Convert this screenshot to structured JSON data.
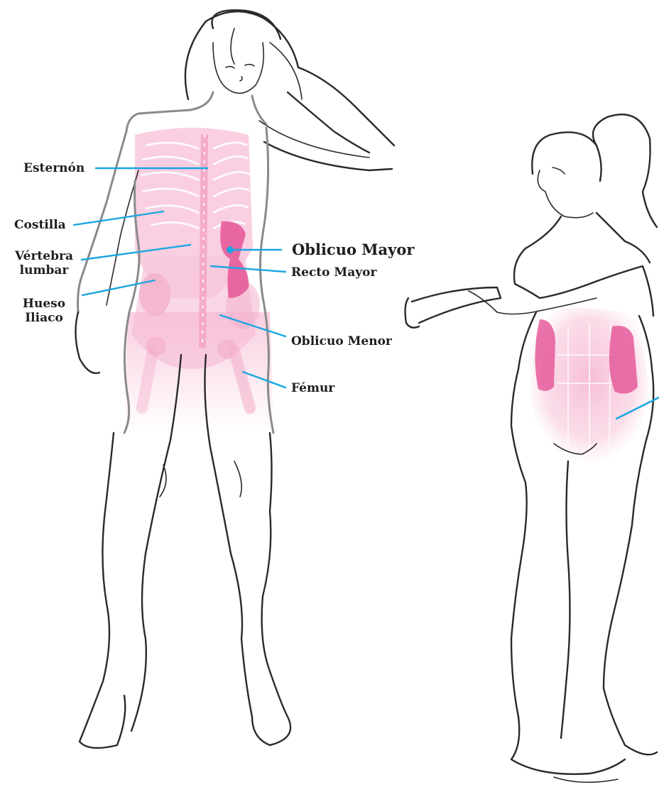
{
  "labels": {
    "sternum": "Esternón",
    "rib": "Costilla",
    "lumbar_line1": "Vértebra",
    "lumbar_line2": "lumbar",
    "iliac_line1": "Hueso",
    "iliac_line2": "Iliaco",
    "external_oblique": "Oblicuo Mayor",
    "rectus": "Recto Mayor",
    "internal_oblique": "Oblicuo Menor",
    "femur": "Fémur"
  },
  "colors": {
    "leader": "#1aa6e0",
    "bone_tint": "#f6b9d3",
    "muscle_highlight": "#e55b9b",
    "line_art": "#2a2a2a"
  }
}
